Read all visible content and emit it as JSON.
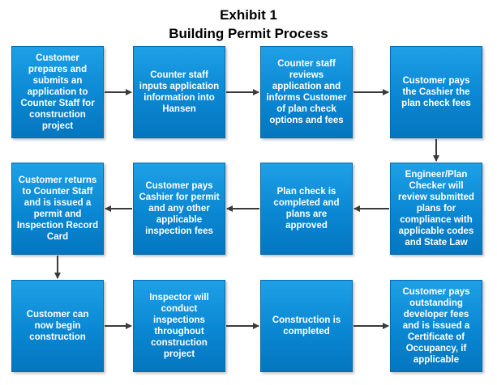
{
  "title_line1": "Exhibit 1",
  "title_line2": "Building Permit Process",
  "steps": [
    "Customer prepares and submits an application to Counter Staff for construction project",
    "Counter staff inputs application information into Hansen",
    "Counter staff reviews application and informs Customer of plan check options and fees",
    "Customer pays the Cashier the plan check fees",
    "Engineer/Plan Checker will review submitted plans for compliance with applicable codes and State Law",
    "Plan check is completed and plans are approved",
    "Customer pays Cashier for permit and any other applicable inspection fees",
    "Customer returns to Counter Staff and is issued a permit and Inspection Record Card",
    "Customer can now begin construction",
    "Inspector will conduct inspections throughout construction project",
    "Construction is completed",
    "Customer pays outstanding developer fees and is issued a Certificate of Occupancy, if applicable"
  ],
  "colors": {
    "box_fill": "#0a87d2",
    "box_text": "#ffffff",
    "arrow": "#3a3a3a"
  }
}
